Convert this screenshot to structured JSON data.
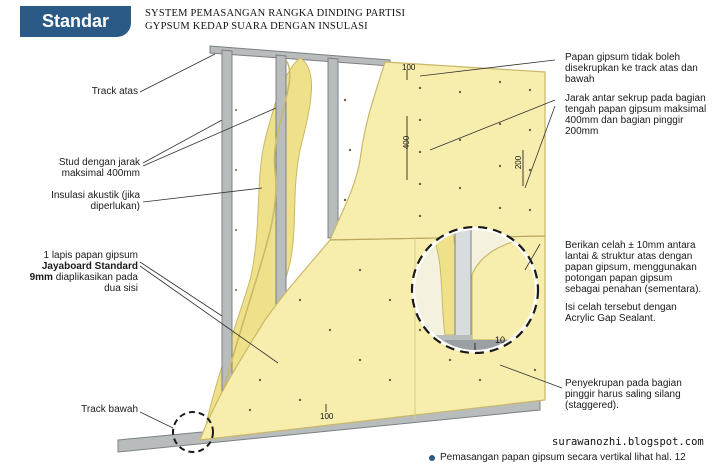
{
  "header": {
    "tag": "Standar",
    "title_line1": "SYSTEM PEMASANGAN RANGKA DINDING PARTISI",
    "title_line2": "GYPSUM KEDAP SUARA DENGAN INSULASI"
  },
  "labels": {
    "track_atas": "Track atas",
    "stud": "Stud dengan jarak\nmaksimal 400mm",
    "insulasi": "Insulasi akustik (jika\ndiperlukan)",
    "papan_pre": "1 lapis papan gipsum",
    "papan_bold": "Jayaboard Standard\n9mm",
    "papan_post": " diaplikasikan pada\ndua sisi",
    "track_bawah": "Track bawah",
    "tidak_boleh": "Papan gipsum tidak boleh\ndisekrupkan ke track atas dan\nbawah",
    "jarak_sekrup": "Jarak antar sekrup pada bagian\ntengah papan gipsum maksimal\n400mm dan bagian pinggir\n200mm",
    "celah": "Berikan celah ± 10mm antara\nlantai & struktur atas dengan\npapan gipsum, menggunakan\npotongan papan gipsum\nsebagai penahan (sementara).",
    "isi_celah": "Isi celah tersebut dengan\nAcrylic Gap Sealant.",
    "penyekrupan": "Penyekrupan pada bagian\npinggir harus saling silang\n(staggered)."
  },
  "dimensions": {
    "d100_top": "100",
    "d400": "400",
    "d200": "200",
    "d100_bottom": "100",
    "d10": "10"
  },
  "footer": {
    "blog": "surawanozhi.blogspot.com",
    "note": "Pemasangan papan gipsum secara vertikal lihat hal. 12"
  },
  "colors": {
    "tag_bg": "#2b5a86",
    "board": "#f7eeae",
    "board_edge": "#c9b867",
    "insulation": "#efe08a",
    "metal": "#b9bcbd",
    "metal_dark": "#7c8083"
  }
}
